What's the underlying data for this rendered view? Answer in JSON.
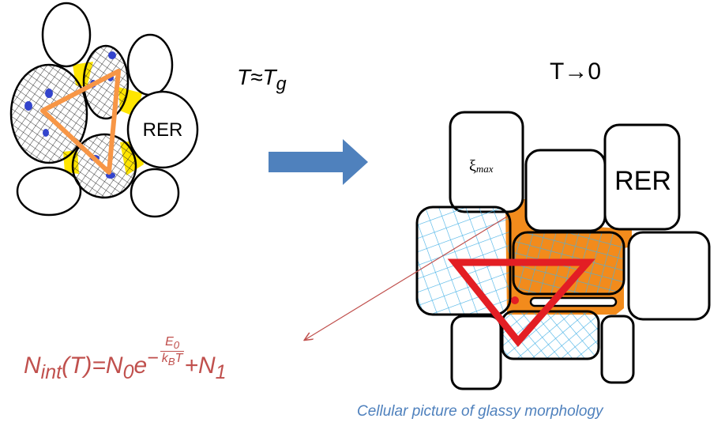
{
  "labels": {
    "left_rer": "RER",
    "right_rer": "RER",
    "xi_symbol": "ξ",
    "xi_sub": "max",
    "t_tg_main": "T≈T",
    "t_tg_sub": "g",
    "t_zero": "T→0",
    "caption": "Cellular picture of glassy morphology"
  },
  "formula": {
    "lhs_N": "N",
    "lhs_sub": "int",
    "lhs_arg": "(T)=N",
    "n0_sub": "0",
    "exp_base": "e",
    "exp_sign": "−",
    "exp_num": "E",
    "exp_num_sub": "0",
    "exp_den": "k",
    "exp_den_sub": "B",
    "exp_den_T": "T",
    "plus_N": "+N",
    "n1_sub": "1"
  },
  "colors": {
    "triangle_left": "#f79646",
    "triangle_right": "#e31e24",
    "arrow_blue": "#4f81bd",
    "fill_yellow": "#ffe500",
    "fill_orange": "#f28b1c",
    "hatch_blue": "#44b0e6",
    "formula_red": "#c0504d",
    "caption_blue": "#4f81bd",
    "dot_blue": "#3344cc"
  }
}
